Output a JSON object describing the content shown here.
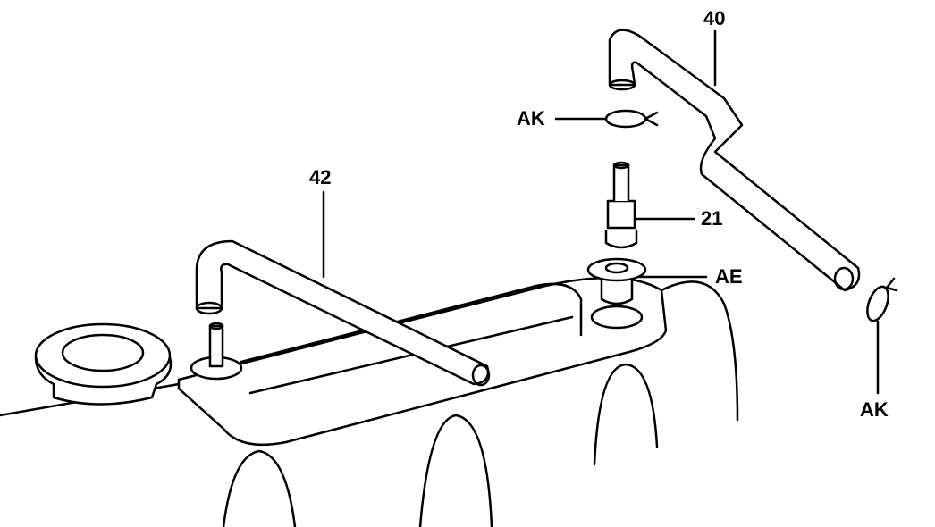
{
  "labels": {
    "hose_40": "40",
    "clamp_ak_top": "AK",
    "hose_42": "42",
    "valve_21": "21",
    "grommet_ae": "AE",
    "clamp_ak_right": "AK"
  }
}
